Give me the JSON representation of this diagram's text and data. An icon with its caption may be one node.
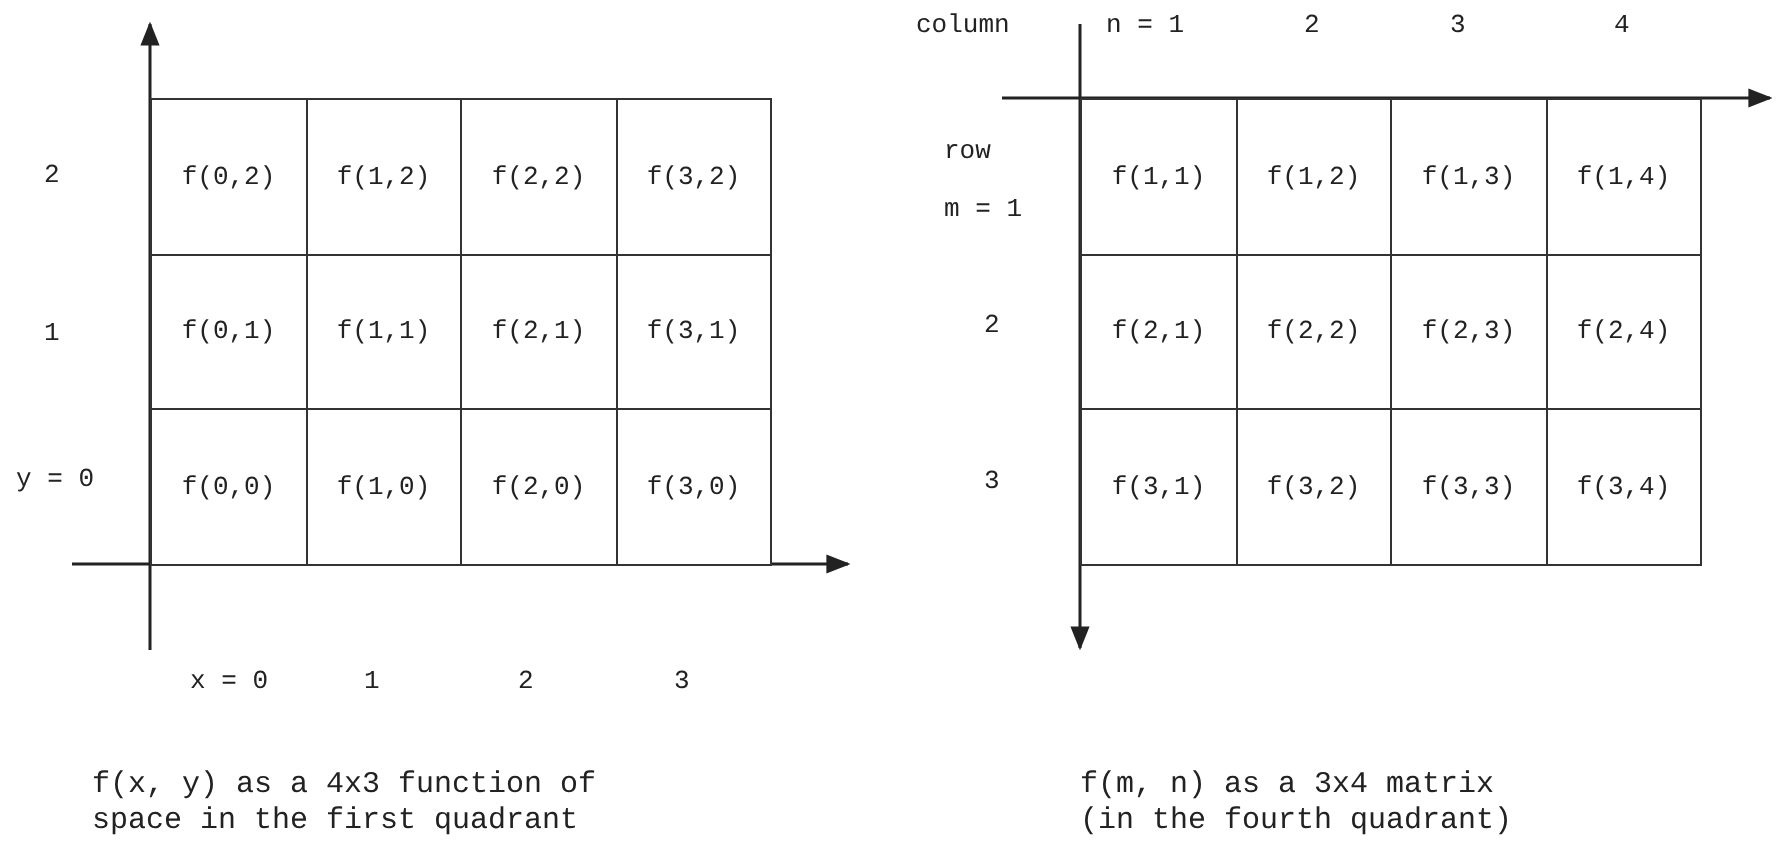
{
  "diagram": {
    "labels": [
      "2",
      "f(0,2)",
      "f(1,2)",
      "f(2,2)",
      "f(3,2)",
      "1",
      "f(0,1)",
      "f(1,1)",
      "f(2,1)",
      "f(3,1)",
      "y = 0",
      "f(0,0)",
      "f(1,0)",
      "f(2,0)",
      "f(3,0)",
      "x = 0",
      "1",
      "2",
      "3",
      "column",
      "n = 1",
      "2",
      "3",
      "4",
      "row",
      "m = 1",
      "f(1,1)",
      "f(1,2)",
      "f(1,3)",
      "f(1,4)",
      "2",
      "f(2,1)",
      "f(2,2)",
      "f(2,3)",
      "f(2,4)",
      "3",
      "f(3,1)",
      "f(3,2)",
      "f(3,3)",
      "f(3,4)",
      "f(x, y) as a 4x3 function of space in the first quadrant",
      "f(m, n) as a 3x4 matrix (in the fourth quadrant)"
    ]
  }
}
